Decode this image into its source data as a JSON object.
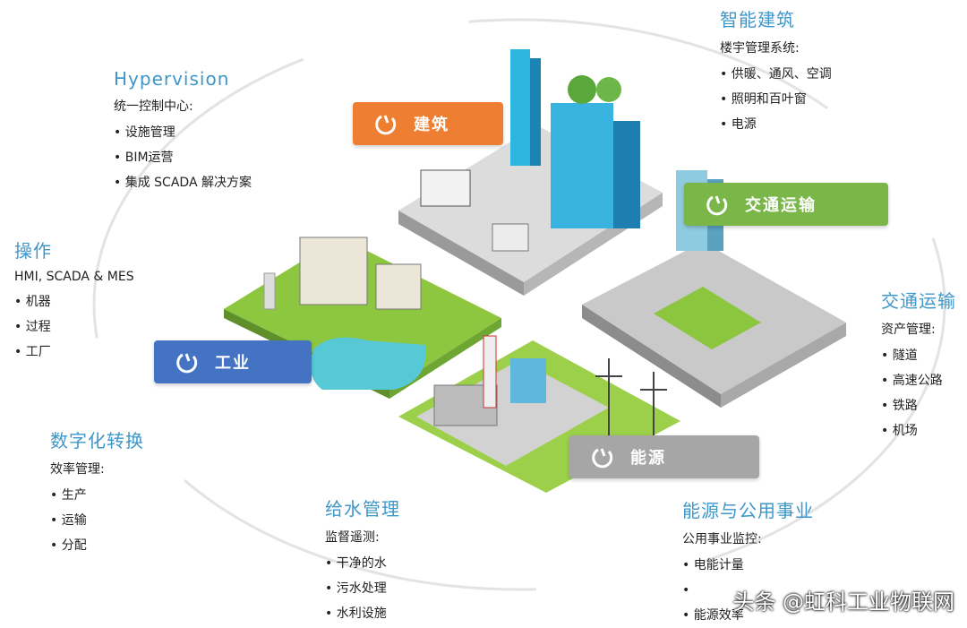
{
  "blocks": {
    "hypervision": {
      "title": "Hypervision",
      "subtitle": "统一控制中心:",
      "items": [
        "设施管理",
        "BIM运营",
        "集成 SCADA 解决方案"
      ]
    },
    "smart_building": {
      "title": "智能建筑",
      "subtitle": "楼宇管理系统:",
      "items": [
        "供暖、通风、空调",
        "照明和百叶窗",
        "电源"
      ]
    },
    "operation": {
      "title": "操作",
      "subtitle": "HMI, SCADA & MES",
      "items": [
        "机器",
        "过程",
        "工厂"
      ]
    },
    "transport": {
      "title": "交通运输",
      "subtitle": "资产管理:",
      "items": [
        "隧道",
        "高速公路",
        "铁路",
        "机场"
      ]
    },
    "digital": {
      "title": "数字化转换",
      "subtitle": "效率管理:",
      "items": [
        "生产",
        "运输",
        "分配"
      ]
    },
    "water": {
      "title": "给水管理",
      "subtitle": "监督遥测:",
      "items": [
        "干净的水",
        "污水处理",
        "水利设施"
      ]
    },
    "energy": {
      "title": "能源与公用事业",
      "subtitle": "公用事业监控:",
      "items": [
        "电能计量",
        "",
        "能源效率"
      ]
    }
  },
  "badges": {
    "building": {
      "label": "建筑",
      "color": "#ee7e31"
    },
    "transport": {
      "label": "交通运输",
      "color": "#7ab648"
    },
    "industry": {
      "label": "工业",
      "color": "#4573c4"
    },
    "energy": {
      "label": "能源",
      "color": "#a6a6a6"
    }
  },
  "watermark": "头条 @虹科工业物联网"
}
